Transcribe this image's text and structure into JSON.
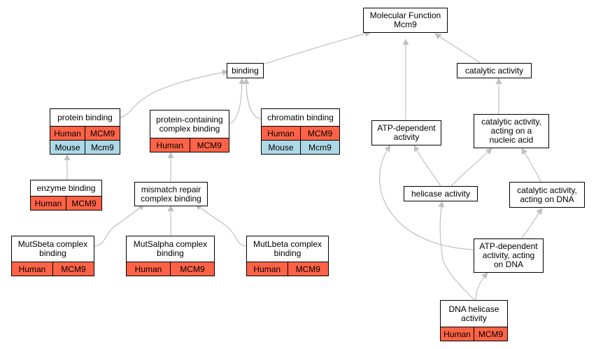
{
  "colors": {
    "human": "#ff6347",
    "mouse": "#add8e6",
    "edge": "#c0c0c0",
    "border": "#000000"
  },
  "nodes": {
    "root": {
      "lines": [
        "Molecular Function",
        "Mcm9"
      ],
      "rows": []
    },
    "binding": {
      "lines": [
        "binding"
      ],
      "rows": []
    },
    "catalytic": {
      "lines": [
        "catalytic activity"
      ],
      "rows": []
    },
    "protein_binding": {
      "lines": [
        "protein binding"
      ],
      "rows": [
        {
          "org": "Human",
          "gene": "MCM9",
          "kind": "human"
        },
        {
          "org": "Mouse",
          "gene": "Mcm9",
          "kind": "mouse"
        }
      ]
    },
    "pccb": {
      "lines": [
        "protein-containing",
        "complex binding"
      ],
      "rows": [
        {
          "org": "Human",
          "gene": "MCM9",
          "kind": "human"
        }
      ]
    },
    "chromatin": {
      "lines": [
        "chromatin binding"
      ],
      "rows": [
        {
          "org": "Human",
          "gene": "MCM9",
          "kind": "human"
        },
        {
          "org": "Mouse",
          "gene": "Mcm9",
          "kind": "mouse"
        }
      ]
    },
    "atp_dep": {
      "lines": [
        "ATP-dependent",
        "activity"
      ],
      "rows": []
    },
    "cat_nucleic": {
      "lines": [
        "catalytic activity,",
        "acting on a",
        "nucleic acid"
      ],
      "rows": []
    },
    "enzyme": {
      "lines": [
        "enzyme binding"
      ],
      "rows": [
        {
          "org": "Human",
          "gene": "MCM9",
          "kind": "human"
        }
      ]
    },
    "mmr": {
      "lines": [
        "mismatch repair",
        "complex binding"
      ],
      "rows": []
    },
    "helicase": {
      "lines": [
        "helicase activity"
      ],
      "rows": []
    },
    "cat_dna": {
      "lines": [
        "catalytic activity,",
        "acting on DNA"
      ],
      "rows": []
    },
    "mutsbeta": {
      "lines": [
        "MutSbeta complex",
        "binding"
      ],
      "rows": [
        {
          "org": "Human",
          "gene": "MCM9",
          "kind": "human"
        }
      ]
    },
    "mutsalpha": {
      "lines": [
        "MutSalpha complex",
        "binding"
      ],
      "rows": [
        {
          "org": "Human",
          "gene": "MCM9",
          "kind": "human"
        }
      ]
    },
    "mutlbeta": {
      "lines": [
        "MutLbeta complex",
        "binding"
      ],
      "rows": [
        {
          "org": "Human",
          "gene": "MCM9",
          "kind": "human"
        }
      ]
    },
    "atp_dna": {
      "lines": [
        "ATP-dependent",
        "activity, acting",
        "on DNA"
      ],
      "rows": []
    },
    "dna_helicase": {
      "lines": [
        "DNA helicase",
        "activity"
      ],
      "rows": [
        {
          "org": "Human",
          "gene": "MCM9",
          "kind": "human"
        }
      ]
    }
  }
}
